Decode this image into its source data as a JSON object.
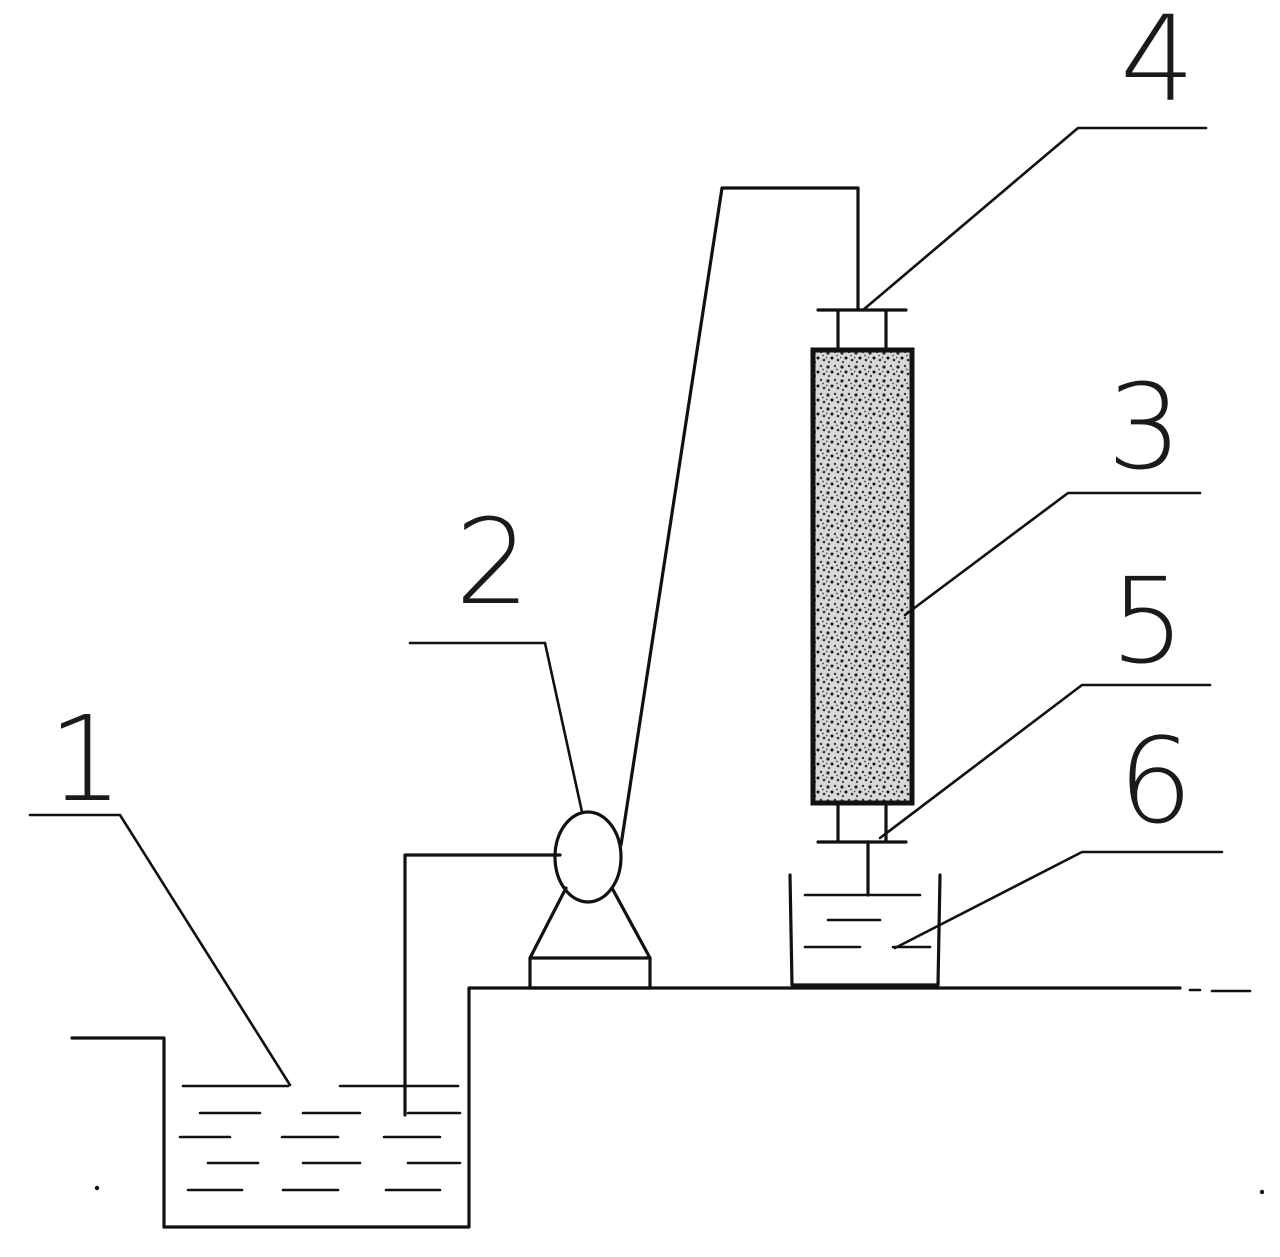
{
  "diagram": {
    "callouts": [
      {
        "id": "1",
        "label": "1"
      },
      {
        "id": "2",
        "label": "2"
      },
      {
        "id": "3",
        "label": "3"
      },
      {
        "id": "4",
        "label": "4"
      },
      {
        "id": "5",
        "label": "5"
      },
      {
        "id": "6",
        "label": "6"
      }
    ]
  },
  "colors": {
    "ink": "#111111",
    "paper": "#ffffff",
    "packing_fill": "#7a7a7a"
  }
}
